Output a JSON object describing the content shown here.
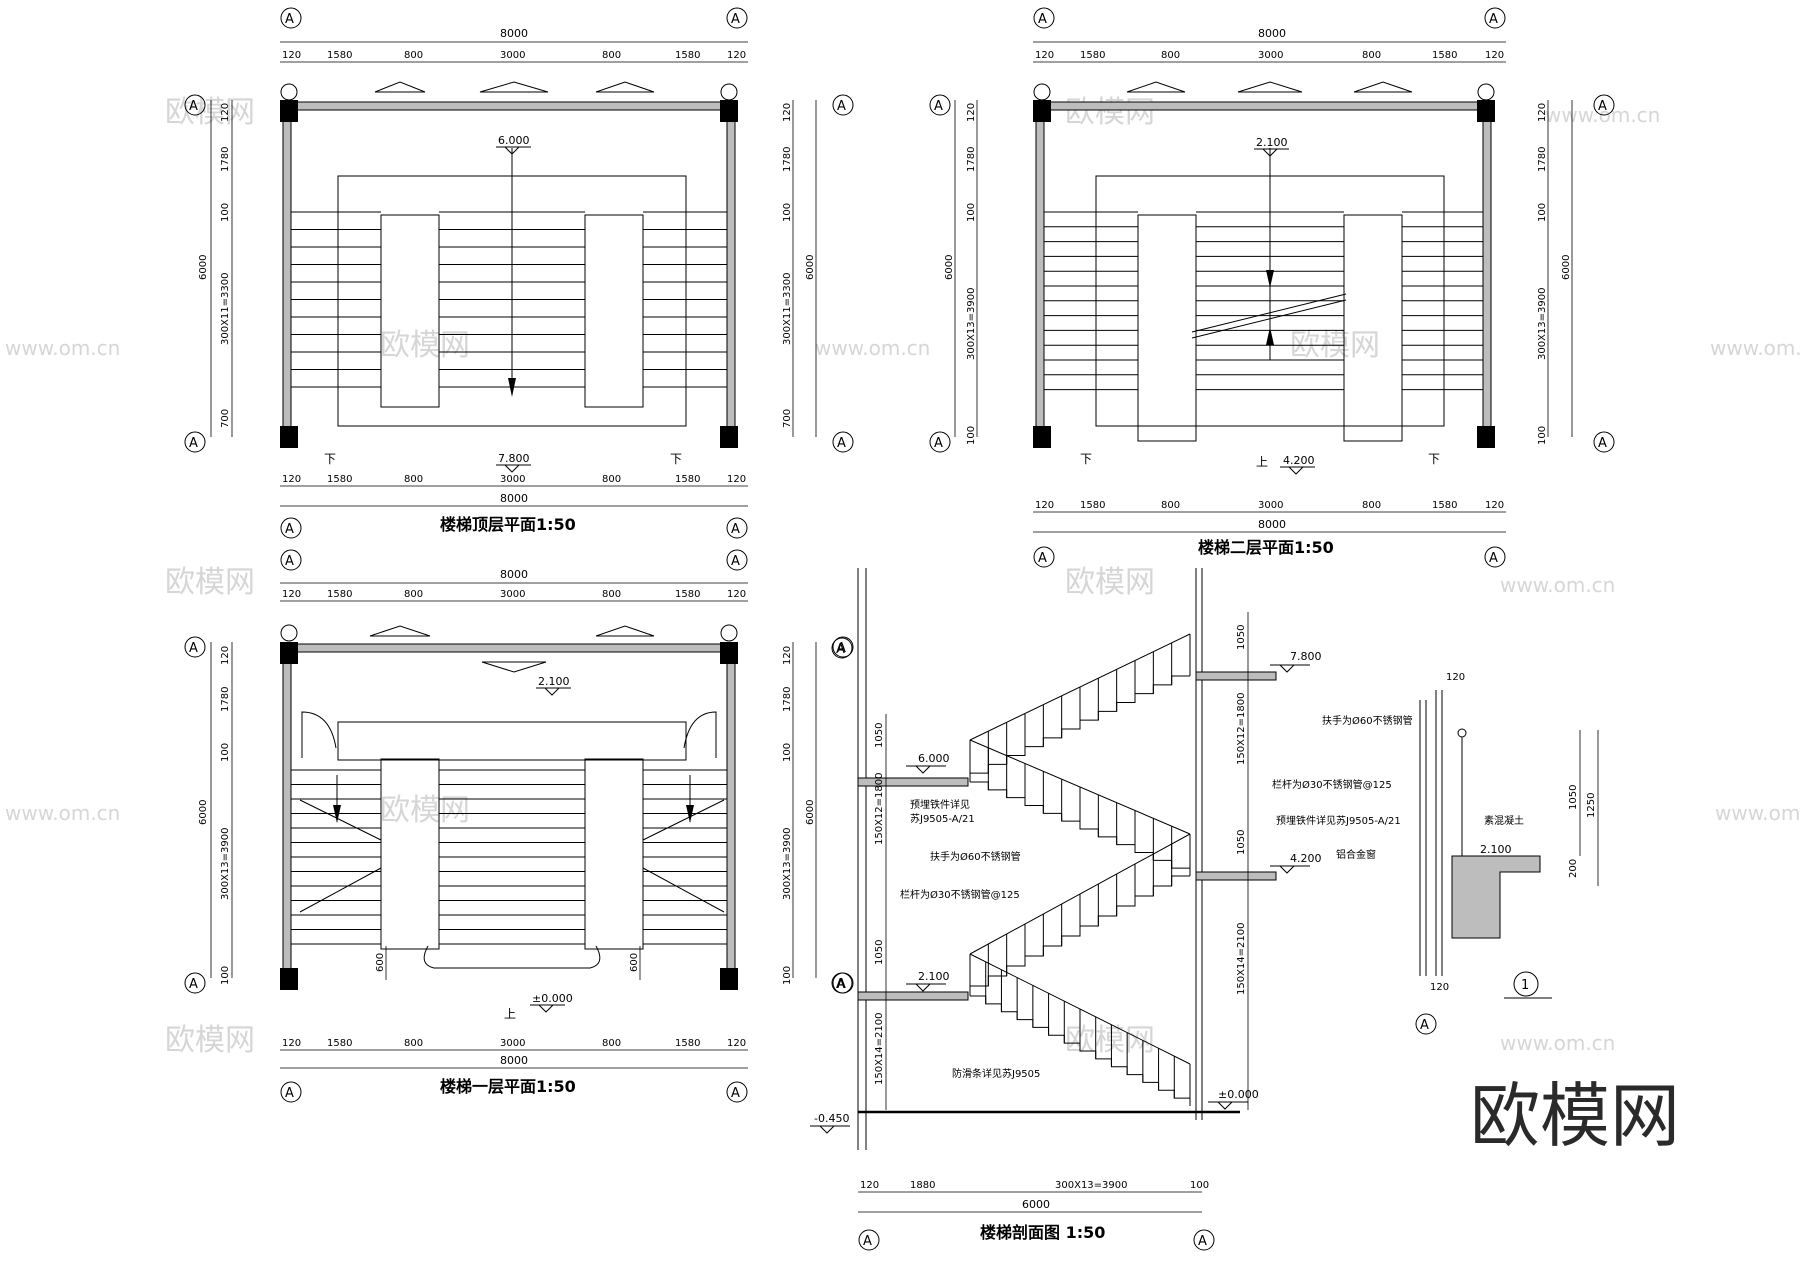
{
  "axis_label": "A",
  "plans": [
    {
      "id": "top",
      "title": "楼梯顶层平面1:50",
      "overall_width": "8000",
      "segments": [
        "120",
        "1580",
        "800",
        "3000",
        "800",
        "1580",
        "120"
      ],
      "left_dims": [
        "120",
        "1780",
        "100",
        "300X11=3300",
        "700",
        "6000"
      ],
      "right_dims": [
        "120",
        "1780",
        "100",
        "300X11=3300",
        "700",
        "6000"
      ],
      "elevation_top": "6.000",
      "elevation_bottom": "7.800",
      "down_labels": [
        "下",
        "下"
      ]
    },
    {
      "id": "second",
      "title": "楼梯二层平面1:50",
      "overall_width": "8000",
      "segments": [
        "120",
        "1580",
        "800",
        "3000",
        "800",
        "1580",
        "120"
      ],
      "left_dims": [
        "120",
        "1780",
        "100",
        "300X13=3900",
        "100",
        "6000"
      ],
      "right_dims": [
        "120",
        "1780",
        "100",
        "300X13=3900",
        "100",
        "6000"
      ],
      "elevation_top": "2.100",
      "elevation_bottom": "4.200",
      "down_labels": [
        "下",
        "上",
        "下"
      ]
    },
    {
      "id": "first",
      "title": "楼梯一层平面1:50",
      "overall_width": "8000",
      "segments": [
        "120",
        "1580",
        "800",
        "3000",
        "800",
        "1580",
        "120"
      ],
      "left_dims": [
        "120",
        "1780",
        "100",
        "300X13=3900",
        "100",
        "6000"
      ],
      "right_dims": [
        "120",
        "1780",
        "100",
        "300X13=3900",
        "100",
        "6000"
      ],
      "elevation_top": "2.100",
      "elevation_bottom": "±0.000",
      "up_label": "上",
      "small_dims": [
        "600",
        "600"
      ]
    }
  ],
  "section": {
    "title": "楼梯剖面图 1:50",
    "elevations": [
      "7.800",
      "6.000",
      "4.200",
      "2.100",
      "±0.000",
      "-0.450"
    ],
    "left_dims": [
      "1050",
      "150X12=1800",
      "1050",
      "150X14=2100"
    ],
    "right_dims": [
      "1050",
      "150X12=1800",
      "1050",
      "150X14=2100"
    ],
    "bottom_dims": [
      "120",
      "1880",
      "300X13=3900",
      "100"
    ],
    "overall_bottom": "6000",
    "notes": [
      "预埋铁件详见",
      "苏J9505-A/21",
      "扶手为Ø60不锈钢管",
      "栏杆为Ø30不锈钢管@125",
      "防滑条详见苏J9505"
    ]
  },
  "detail": {
    "label": "1",
    "dims_top": "120",
    "dims_bottom": "120",
    "heights": [
      "1050",
      "1250",
      "200"
    ],
    "elevation": "2.100",
    "notes": [
      "扶手为Ø60不锈钢管",
      "栏杆为Ø30不锈钢管@125",
      "预埋铁件详见苏J9505-A/21",
      "素混凝土",
      "铝合金窗"
    ]
  },
  "watermark": {
    "site": "www.om.cn",
    "brand": "欧模网"
  }
}
